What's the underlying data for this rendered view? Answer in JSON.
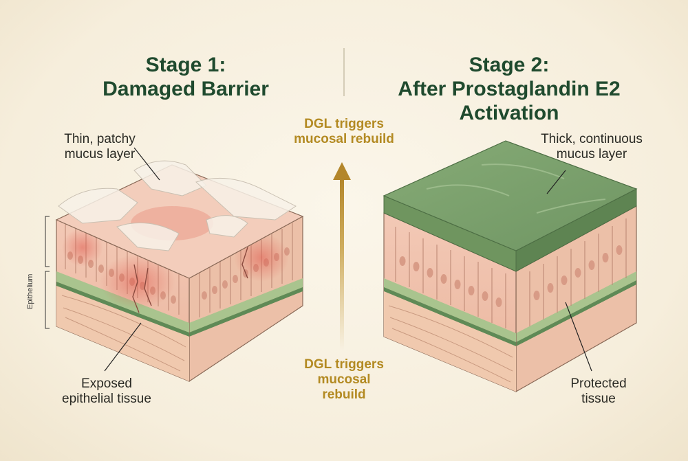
{
  "stage1": {
    "title_line1": "Stage 1:",
    "title_line2": "Damaged Barrier",
    "top_label_line1": "Thin, patchy",
    "top_label_line2": "mucus layer",
    "bottom_label_line1": "Exposed",
    "bottom_label_line2": "epithelial tissue",
    "side_label": "Epithelium"
  },
  "stage2": {
    "title_line1": "Stage 2:",
    "title_line2": "After Prostaglandin E2",
    "title_line3": "Activation",
    "top_label_line1": "Thick, continuous",
    "top_label_line2": "mucus layer",
    "bottom_label_line1": "Protected",
    "bottom_label_line2": "tissue"
  },
  "transition": {
    "top_line1": "DGL triggers",
    "top_line2": "mucosal rebuild",
    "bottom_line1": "DGL triggers",
    "bottom_line2": "mucosal",
    "bottom_line3": "rebuild"
  },
  "colors": {
    "title": "#1f4a2e",
    "accent_gold": "#b38a22",
    "mucus_green": "#7fa46f",
    "tissue_pink": "#f2c3b0",
    "inflamed_red": "#e0685a"
  }
}
